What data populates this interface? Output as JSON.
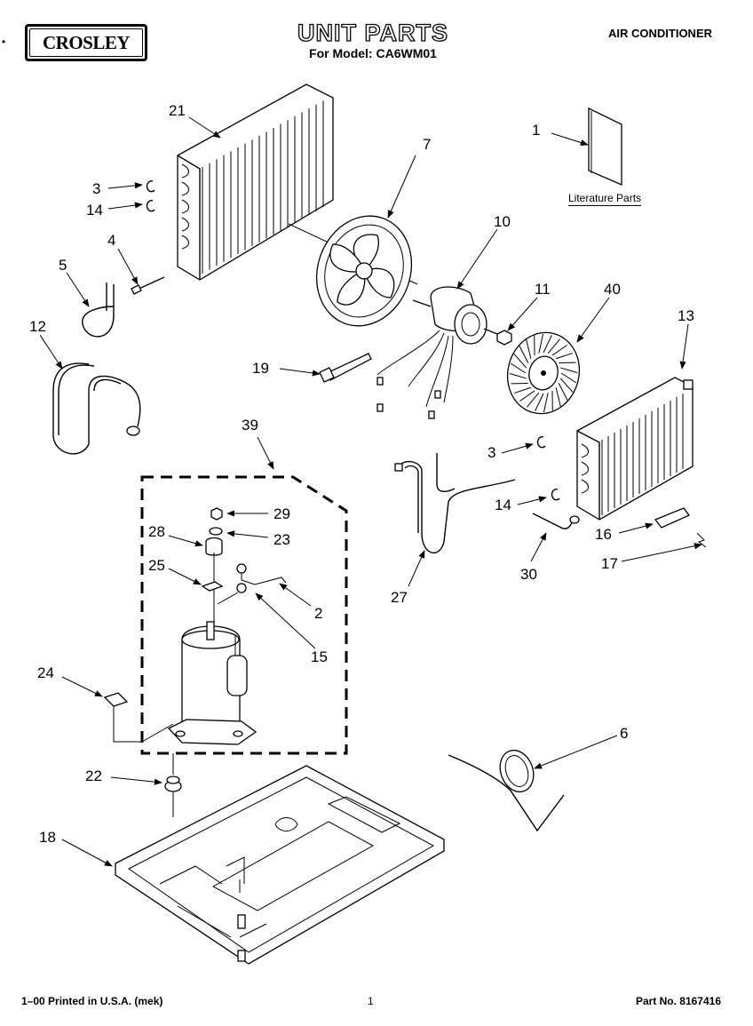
{
  "header": {
    "brand": "CROSLEY",
    "title": "UNIT PARTS",
    "subtitle": "For Model: CA6WM01",
    "category": "AIR CONDITIONER"
  },
  "literature_label": "Literature Parts",
  "callouts": [
    "1",
    "2",
    "3",
    "4",
    "5",
    "6",
    "7",
    "10",
    "11",
    "12",
    "13",
    "14",
    "15",
    "16",
    "17",
    "18",
    "19",
    "21",
    "22",
    "23",
    "24",
    "25",
    "27",
    "28",
    "29",
    "30",
    "39",
    "40",
    "3",
    "14"
  ],
  "footer": {
    "printed": "1–00 Printed in U.S.A. (mek)",
    "page": "1",
    "part_no": "Part No. 8167416"
  },
  "icons": [
    "arrow-icon",
    "part-illustration"
  ]
}
